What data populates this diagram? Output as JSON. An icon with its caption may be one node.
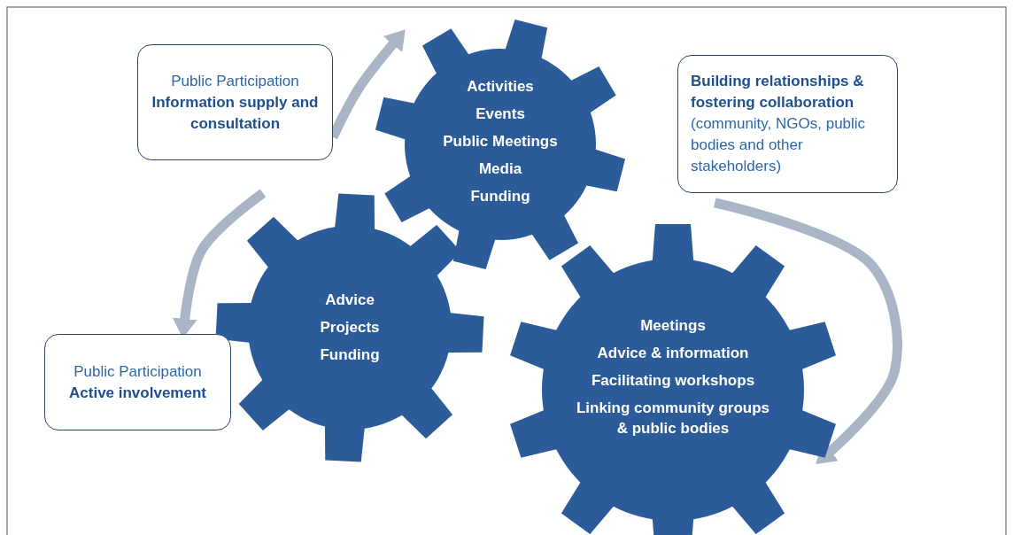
{
  "diagram": {
    "nodes": [
      {
        "text": [
          "Public Participation",
          "Information supply and consultation"
        ]
      },
      {
        "text": [
          "Activities",
          "Events",
          "Public Meetings",
          "Media",
          "Funding"
        ]
      },
      {
        "text": [
          "Building relationships & fostering collaboration",
          "(community, NGOs, public bodies and other stakeholders)"
        ]
      },
      {
        "text": [
          "Advice",
          "Projects",
          "Funding"
        ]
      },
      {
        "text": [
          "Public Participation",
          "Active involvement"
        ]
      },
      {
        "text": [
          "Meetings",
          "Advice & information",
          "Facilitating workshops",
          "Linking community groups & public bodies"
        ]
      }
    ],
    "edges": [
      {
        "from": 0,
        "to": 1,
        "arrow": "to"
      },
      {
        "from": null,
        "to": 4,
        "arrow": "to"
      },
      {
        "from": 2,
        "to": 5,
        "arrow": "to"
      }
    ]
  }
}
